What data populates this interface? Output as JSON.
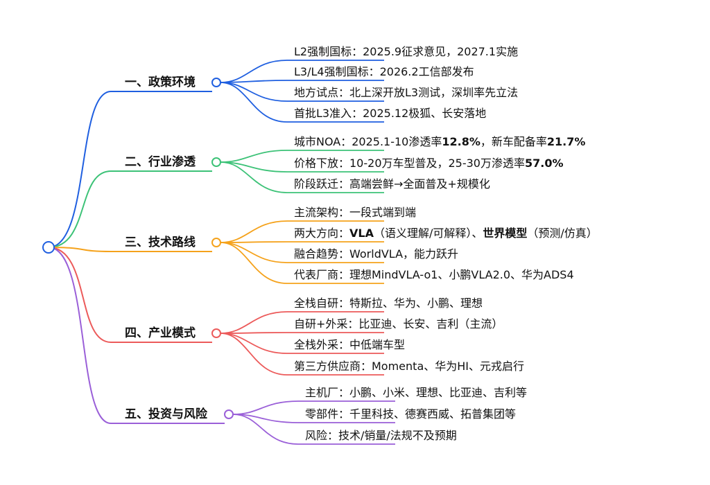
{
  "colors": {
    "policy": "#1f5fe0",
    "industry": "#3cc277",
    "tech": "#f5a21b",
    "business": "#ec5a5a",
    "invest": "#9a5fd8"
  },
  "branches": [
    {
      "key": "policy",
      "label": "一、政策环境",
      "items": [
        [
          {
            "t": "L2强制国标：2025.9征求意见，2027.1实施"
          }
        ],
        [
          {
            "t": "L3/L4强制国标：2026.2工信部发布"
          }
        ],
        [
          {
            "t": "地方试点：北上深开放L3测试，深圳率先立法"
          }
        ],
        [
          {
            "t": "首批L3准入：2025.12极狐、长安落地"
          }
        ]
      ]
    },
    {
      "key": "industry",
      "label": "二、行业渗透",
      "items": [
        [
          {
            "t": "城市NOA：2025.1-10渗透率"
          },
          {
            "t": "12.8%",
            "b": true
          },
          {
            "t": "，新车配备率"
          },
          {
            "t": "21.7%",
            "b": true
          }
        ],
        [
          {
            "t": "价格下放：10-20万车型普及，25-30万渗透率"
          },
          {
            "t": "57.0%",
            "b": true
          }
        ],
        [
          {
            "t": "阶段跃迁：高端尝鲜→全面普及+规模化"
          }
        ]
      ]
    },
    {
      "key": "tech",
      "label": "三、技术路线",
      "items": [
        [
          {
            "t": "主流架构：一段式端到端"
          }
        ],
        [
          {
            "t": "两大方向："
          },
          {
            "t": "VLA",
            "b": true
          },
          {
            "t": "（语义理解/可解释）、"
          },
          {
            "t": "世界模型",
            "b": true
          },
          {
            "t": "（预测/仿真）"
          }
        ],
        [
          {
            "t": "融合趋势：WorldVLA，能力跃升"
          }
        ],
        [
          {
            "t": "代表厂商：理想MindVLA-o1、小鹏VLA2.0、华为ADS4"
          }
        ]
      ]
    },
    {
      "key": "business",
      "label": "四、产业模式",
      "items": [
        [
          {
            "t": "全栈自研：特斯拉、华为、小鹏、理想"
          }
        ],
        [
          {
            "t": "自研+外采：比亚迪、长安、吉利（主流）"
          }
        ],
        [
          {
            "t": "全栈外采：中低端车型"
          }
        ],
        [
          {
            "t": "第三方供应商：Momenta、华为HI、元戎启行"
          }
        ]
      ]
    },
    {
      "key": "invest",
      "label": "五、投资与风险",
      "items": [
        [
          {
            "t": "主机厂：小鹏、小米、理想、比亚迪、吉利等"
          }
        ],
        [
          {
            "t": "零部件：千里科技、德赛西威、拓普集团等"
          }
        ],
        [
          {
            "t": "风险：技术/销量/法规不及预期"
          }
        ]
      ]
    }
  ]
}
